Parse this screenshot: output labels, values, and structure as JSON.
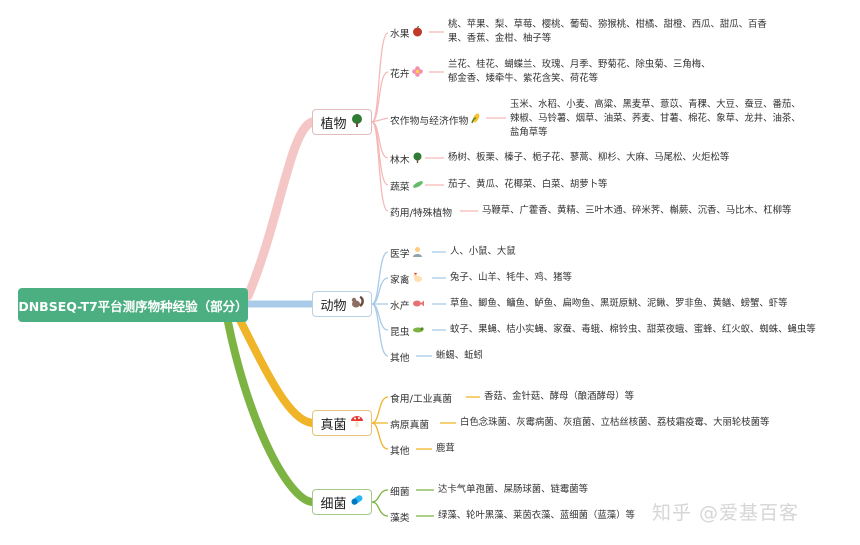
{
  "root": "DNBSEQ-T7平台测序物种经验（部分）",
  "colors": {
    "plants": "#f5b8b8",
    "animals": "#a9cbe8",
    "fungi": "#f0b429",
    "bacteria": "#7cb342",
    "root_bg": "#4caf81"
  },
  "branches": {
    "plants": {
      "label": "植物",
      "icon": "tree-icon"
    },
    "animals": {
      "label": "动物",
      "icon": "squirrel-icon"
    },
    "fungi": {
      "label": "真菌",
      "icon": "mushroom-icon"
    },
    "bacteria": {
      "label": "细菌",
      "icon": "pill-icon"
    }
  },
  "plants": [
    {
      "cat": "水果",
      "icon": "fruit-icon",
      "items": [
        "桃、苹果、梨、草莓、樱桃、葡萄、猕猴桃、柑橘、甜橙、西瓜、甜瓜、百香",
        "果、香蕉、金柑、柚子等"
      ]
    },
    {
      "cat": "花卉",
      "icon": "flower-icon",
      "items": [
        "兰花、桂花、蝴蝶兰、玫瑰、月季、野菊花、除虫菊、三角梅、",
        "郁金香、矮牵牛、紫花含笑、荷花等"
      ]
    },
    {
      "cat": "农作物与经济作物",
      "icon": "corn-icon",
      "items": [
        "玉米、水稻、小麦、高粱、黑麦草、薏苡、青稞、大豆、蚕豆、番茄、",
        "辣椒、马铃薯、烟草、油菜、荞麦、甘薯、棉花、象草、龙井、油茶、",
        "盐角草等"
      ]
    },
    {
      "cat": "林木",
      "icon": "tree-icon",
      "items": [
        "杨树、板栗、榛子、栀子花、蓼蒿、柳杉、大麻、马尾松、火炬松等"
      ]
    },
    {
      "cat": "蔬菜",
      "icon": "cucumber-icon",
      "items": [
        "茄子、黄瓜、花椰菜、白菜、胡萝卜等"
      ]
    },
    {
      "cat": "药用/特殊植物",
      "icon": "",
      "items": [
        "马鞭草、广藿香、黄精、三叶木通、碎米荠、槲蕨、沉香、马比木、杠柳等"
      ]
    }
  ],
  "animals": [
    {
      "cat": "医学",
      "icon": "doctor-icon",
      "items": [
        "人、小鼠、大鼠"
      ]
    },
    {
      "cat": "家禽",
      "icon": "rooster-icon",
      "items": [
        "兔子、山羊、牦牛、鸡、猪等"
      ]
    },
    {
      "cat": "水产",
      "icon": "fish-icon",
      "items": [
        "草鱼、鲫鱼、鳙鱼、鲈鱼、扁吻鱼、黑斑原鮡、泥鳅、罗非鱼、黄鳝、螃蟹、虾等"
      ]
    },
    {
      "cat": "昆虫",
      "icon": "bug-icon",
      "items": [
        "蚊子、果蝇、桔小实蝇、家蚕、毒蛾、棉铃虫、甜菜夜蛾、蜜蜂、红火蚁、蜘蛛、蝇虫等"
      ]
    },
    {
      "cat": "其他",
      "icon": "",
      "items": [
        "蜥蜴、蚯蚓"
      ]
    }
  ],
  "fungi": [
    {
      "cat": "食用/工业真菌",
      "items": [
        "香菇、金针菇、酵母（酿酒酵母）等"
      ]
    },
    {
      "cat": "病原真菌",
      "items": [
        "白色念珠菌、灰霉病菌、灰疽菌、立枯丝核菌、荔枝霜疫霉、大丽轮枝菌等"
      ]
    },
    {
      "cat": "其他",
      "items": [
        "鹿茸"
      ]
    }
  ],
  "bacteria": [
    {
      "cat": "细菌",
      "items": [
        "达卡气单孢菌、屎肠球菌、链霉菌等"
      ]
    },
    {
      "cat": "藻类",
      "items": [
        "绿藻、轮叶黑藻、莱茵衣藻、蓝细菌（蓝藻）等"
      ]
    }
  ],
  "watermark": "知乎 @爱基百客"
}
